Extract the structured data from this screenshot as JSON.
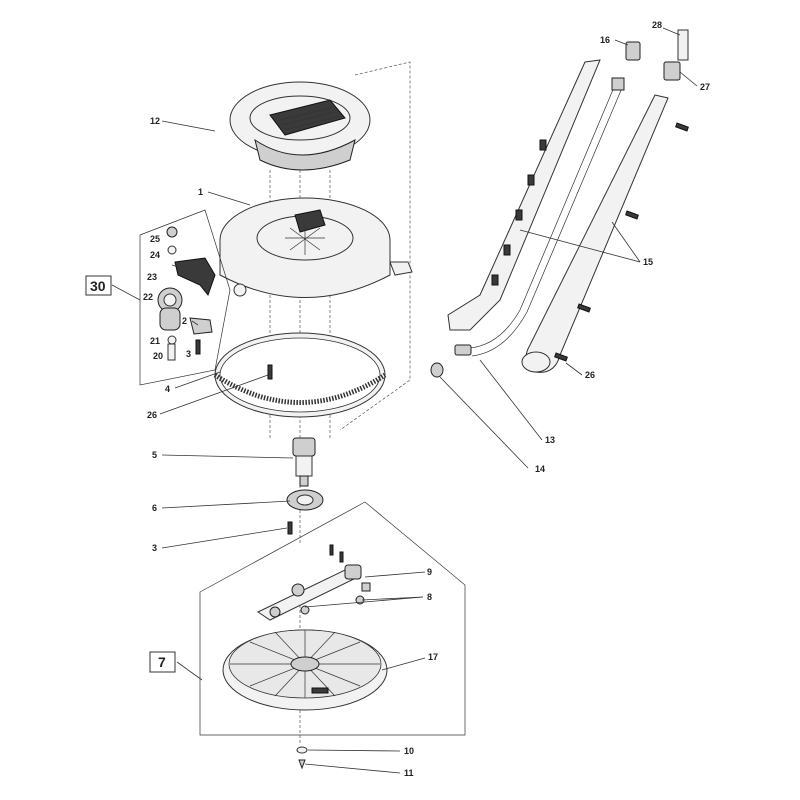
{
  "callouts": {
    "c1": "1",
    "c2": "2",
    "c3a": "3",
    "c3b": "3",
    "c4": "4",
    "c5": "5",
    "c6": "6",
    "c7": "7",
    "c8": "8",
    "c9": "9",
    "c10": "10",
    "c11": "11",
    "c12": "12",
    "c13": "13",
    "c14": "14",
    "c15": "15",
    "c16": "16",
    "c17": "17",
    "c20": "20",
    "c21": "21",
    "c22": "22",
    "c23": "23",
    "c24": "24",
    "c25": "25",
    "c26a": "26",
    "c26b": "26",
    "c27": "27",
    "c28": "28",
    "c30": "30"
  },
  "colors": {
    "line": "#333333",
    "dark_part": "#3a3a3a",
    "light_part": "#f2f2f2"
  }
}
